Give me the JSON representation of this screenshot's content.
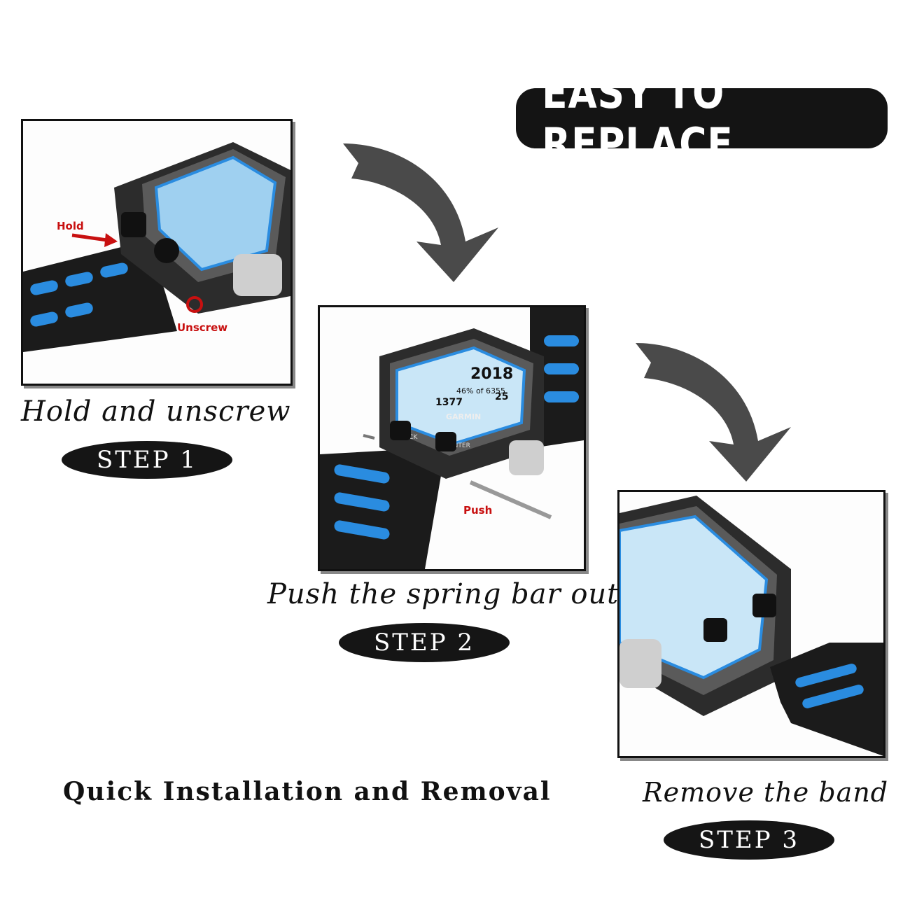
{
  "headline": "EASY TO REPLACE",
  "steps": [
    {
      "caption": "Hold and unscrew",
      "label": "STEP 1",
      "notes": [
        "Hold",
        "Unscrew"
      ]
    },
    {
      "caption": "Push the spring bar out",
      "label": "STEP 2",
      "notes": [
        "Push"
      ]
    },
    {
      "caption": "Remove the band",
      "label": "STEP 3"
    }
  ],
  "watch_screen": {
    "brand": "GARMIN",
    "year": "2018",
    "line2": "46% of 6355",
    "left_val": "1377",
    "right_val": "25",
    "back": "BACK",
    "enter": "ENTER"
  },
  "footer": "Quick Installation and Removal",
  "colors": {
    "accent_blue": "#2a8ce0",
    "band_black": "#1b1b1b",
    "note_red": "#c81010",
    "arrow_grey": "#4a4a4a"
  }
}
